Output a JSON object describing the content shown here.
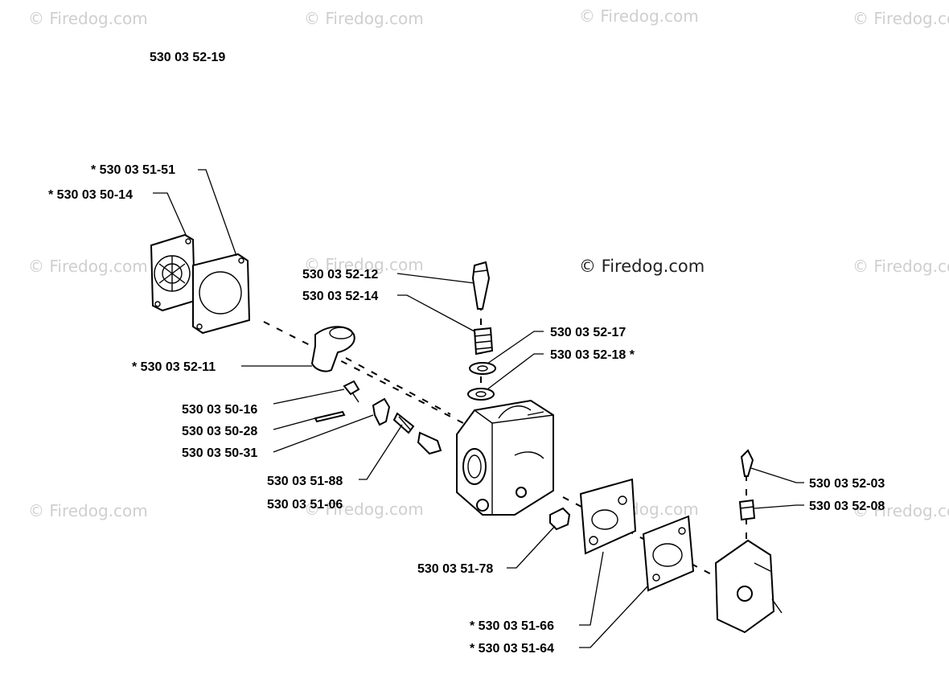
{
  "assembly_number": "530 03 52-19",
  "watermark": "© Firedog.com",
  "labels": {
    "l_5303035151": "*  530 03 51-51",
    "l_5303035014": "*  530 03 50-14",
    "l_5303035211": "*  530 03 52-11",
    "l_5303035016": "530 03 50-16",
    "l_5303035028": "530 03 50-28",
    "l_5303035031": "530 03 50-31",
    "l_5303035188": "530 03 51-88",
    "l_5303035106": "530 03 51-06",
    "l_5303035212": "530 03 52-12",
    "l_5303035214": "530 03 52-14",
    "l_5303035217": "530 03 52-17",
    "l_5303035218": "530 03 52-18  *",
    "l_5303035178": "530 03 51-78",
    "l_5303035203": "530 03 52-03",
    "l_5303035208": "530 03 52-08",
    "l_5303035166": "*  530 03 51-66",
    "l_5303035164": "*  530 03 51-64"
  }
}
